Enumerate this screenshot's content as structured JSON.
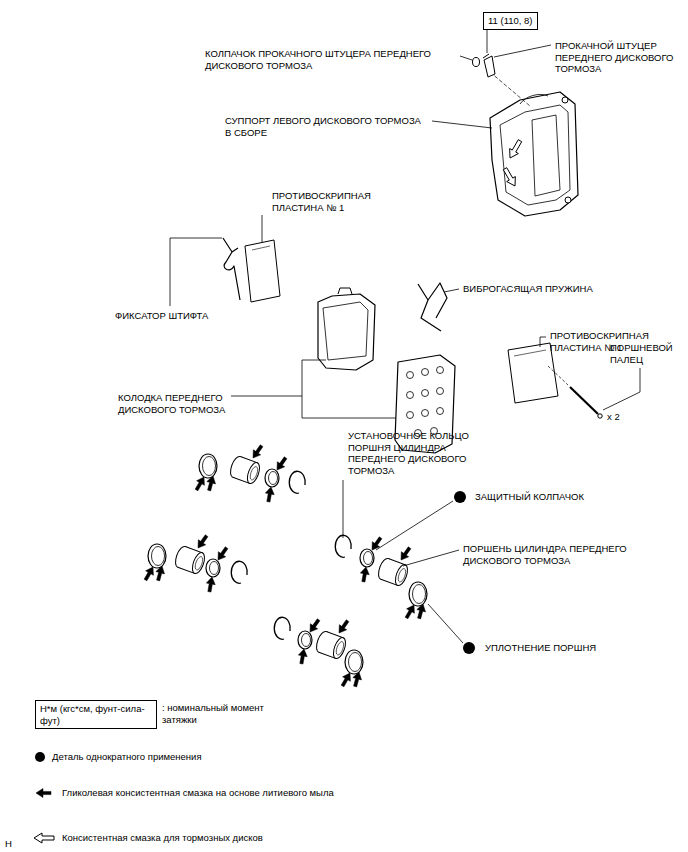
{
  "diagram": {
    "nodes": [
      {
        "text": [
          "11 (110, 8)"
        ]
      },
      {
        "text": [
          "Н*м (кгс*см, фунт-сила-фут)"
        ]
      }
    ],
    "labels": [
      "КОЛПАЧОК ПРОКАЧНОГО ШТУЦЕРА ПЕРЕДНЕГО ДИСКОВОГО ТОРМОЗА",
      "ПРОКАЧНОЙ ШТУЦЕР ПЕРЕДНЕГО ДИСКОВОГО ТОРМОЗА",
      "СУППОРТ ЛЕВОГО ДИСКОВОГО ТОРМОЗА В СБОРЕ",
      "ПРОТИВОСКРИПНАЯ ПЛАСТИНА № 1",
      "ФИКСАТОР ШТИФТА",
      "ВИБРОГАСЯЩАЯ ПРУЖИНА",
      "ПРОТИВОСКРИПНАЯ ПЛАСТИНА № 1",
      "ПОРШНЕВОЙ ПАЛЕЦ",
      "x 2",
      "КОЛОДКА ПЕРЕДНЕГО ДИСКОВОГО ТОРМОЗА",
      "УСТАНОВОЧНОЕ КОЛЬЦО ПОРШНЯ ЦИЛИНДРА ПЕРЕДНЕГО ДИСКОВОГО ТОРМОЗА",
      "ЗАЩИТНЫЙ КОЛПАЧОК",
      "ПОРШЕНЬ ЦИЛИНДРА ПЕРЕДНЕГО ДИСКОВОГО ТОРМОЗА",
      "УПЛОТНЕНИЕ ПОРШНЯ",
      "H"
    ],
    "legend": [
      {
        "text": ": номинальный момент затяжки"
      },
      {
        "text": "Деталь однократного применения"
      },
      {
        "text": "Гликолевая консистентная смазка на основе литиевого мыла"
      },
      {
        "text": "Консистентная смазка для тормозных дисков"
      }
    ]
  }
}
